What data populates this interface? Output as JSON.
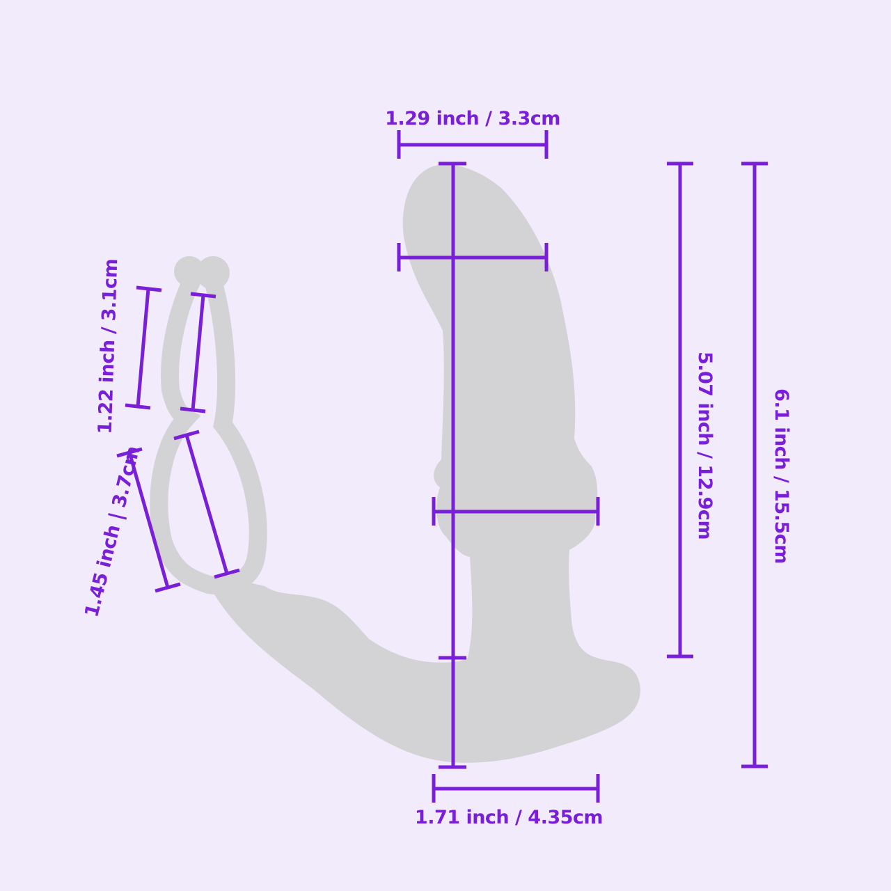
{
  "colors": {
    "background": "#f1ebfb",
    "silhouette": "#d3d3d6",
    "accent": "#7a1fd8"
  },
  "dimensions": {
    "tip_width": "1.29 inch / 3.3cm",
    "base_width": "1.71 inch / 4.35cm",
    "shaft_length": "5.07 inch / 12.9cm",
    "total_length": "6.1 inch / 15.5cm",
    "upper_ring": "1.22 inch / 3.1cm",
    "lower_ring": "1.45 inch | 3.7cm"
  }
}
